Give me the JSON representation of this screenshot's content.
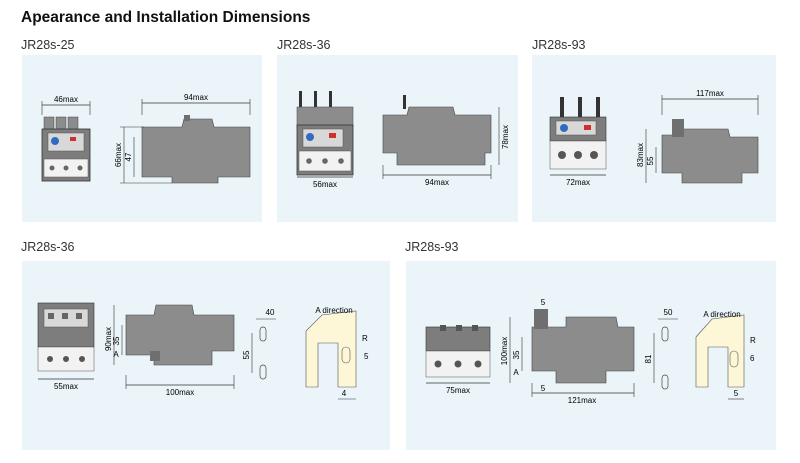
{
  "title": "Apearance and Installation Dimensions",
  "colors": {
    "panel": "#eaf4f9",
    "body": "#8c8c8c",
    "body_dark": "#6f6f6f",
    "front": "#cfcfcf",
    "terminal": "#f2f2f2",
    "accent_red": "#d0302a",
    "accent_blue": "#2f6cc0",
    "side_bracket": "#fdf7d8"
  },
  "panels": [
    {
      "model": "JR28s-25",
      "dims": {
        "front_width": "46max",
        "side_length": "94max",
        "height": "66max",
        "mount": "47"
      }
    },
    {
      "model": "JR28s-36",
      "dims": {
        "front_width": "56max",
        "side_length": "94max",
        "height": "78max"
      }
    },
    {
      "model": "JR28s-93",
      "dims": {
        "front_width": "72max",
        "side_length": "117max",
        "height": "83max",
        "mount": "55"
      }
    },
    {
      "model": "JR28s-36",
      "dims": {
        "front_width": "55max",
        "side_length": "100max",
        "height": "90max",
        "mount": "35",
        "a_label": "A",
        "clip_width": "40",
        "clip_height": "55",
        "a_direction": "A direction",
        "radius": "R",
        "r_offset": "5",
        "bottom": "4"
      }
    },
    {
      "model": "JR28s-93",
      "dims": {
        "front_width": "75max",
        "side_length": "121max",
        "height": "100max",
        "mount": "35",
        "top_gap": "5",
        "bottom_gap": "5",
        "a_label": "A",
        "clip_width": "50",
        "clip_height": "81",
        "a_direction": "A direction",
        "radius": "R",
        "r_offset": "6",
        "bottom": "5"
      }
    }
  ]
}
